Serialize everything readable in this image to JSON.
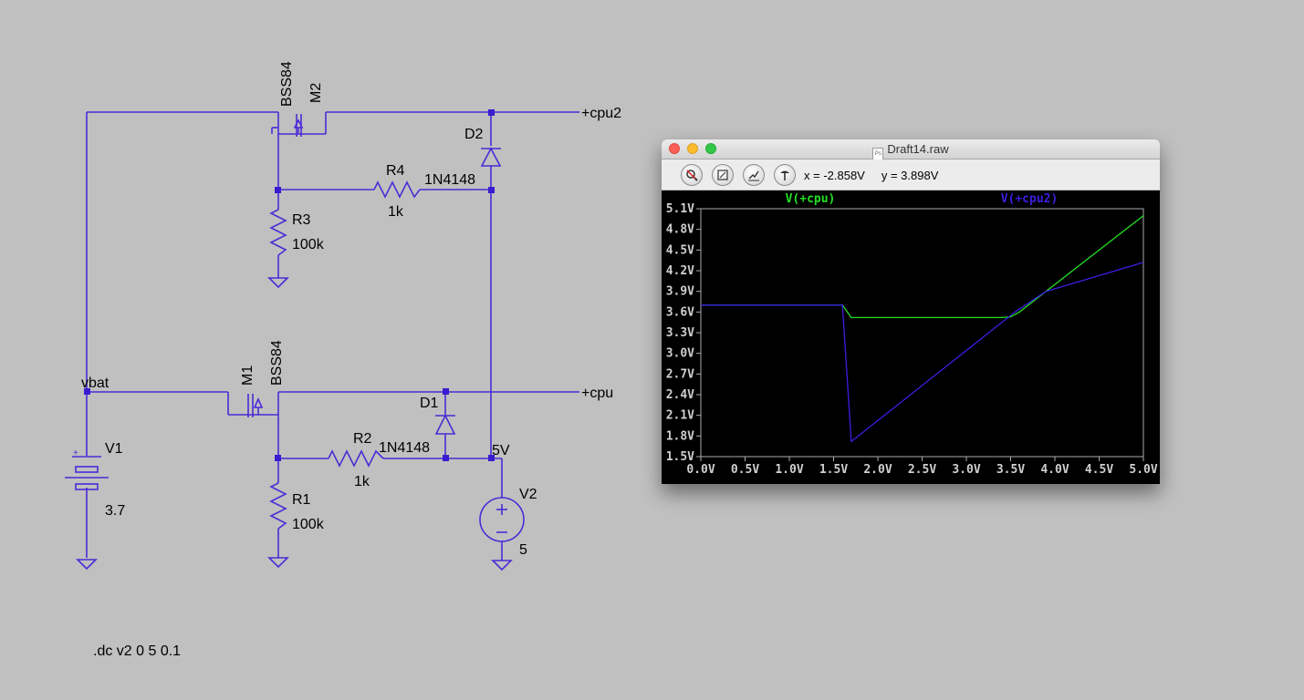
{
  "schematic": {
    "labels": {
      "m2_model": "BSS84",
      "m2_name": "M2",
      "m1_model": "BSS84",
      "m1_name": "M1",
      "d2_name": "D2",
      "d2_model": "1N4148",
      "d1_name": "D1",
      "d1_model": "1N4148",
      "r4_name": "R4",
      "r4_value": "1k",
      "r3_name": "R3",
      "r3_value": "100k",
      "r2_name": "R2",
      "r2_value": "1k",
      "r1_name": "R1",
      "r1_value": "100k",
      "v1_name": "V1",
      "v1_value": "3.7",
      "v2_name": "V2",
      "v2_value": "5",
      "net_cpu2": "+cpu2",
      "net_cpu": "+cpu",
      "net_vbat": "vbat",
      "net_5v": "5V",
      "directive": ".dc v2 0 5 0.1"
    },
    "wire_color": "#4b2bd6"
  },
  "plot_window": {
    "title": "Draft14.raw",
    "readout_x": "x = -2.858V",
    "readout_y": "y = 3.898V",
    "toolbar_icons": [
      "zoom-icon",
      "autorange-icon",
      "measure-icon",
      "probe-icon"
    ]
  },
  "chart_data": {
    "type": "line",
    "x": [
      0.0,
      1.6,
      1.7,
      1.72,
      3.5,
      3.6,
      3.9,
      5.0
    ],
    "series": [
      {
        "name": "V(+cpu)",
        "color": "#22e022",
        "x": [
          0.0,
          1.6,
          1.7,
          3.4,
          3.5,
          3.6,
          5.0
        ],
        "values": [
          3.7,
          3.7,
          3.52,
          3.52,
          3.53,
          3.6,
          5.0
        ]
      },
      {
        "name": "V(+cpu2)",
        "color": "#3b1fe0",
        "x": [
          0.0,
          1.6,
          1.7,
          3.55,
          3.9,
          5.0
        ],
        "values": [
          3.7,
          3.7,
          1.72,
          3.6,
          3.9,
          4.32
        ]
      }
    ],
    "xticks": [
      "0.0V",
      "0.5V",
      "1.0V",
      "1.5V",
      "2.0V",
      "2.5V",
      "3.0V",
      "3.5V",
      "4.0V",
      "4.5V",
      "5.0V"
    ],
    "yticks": [
      "5.1V",
      "4.8V",
      "4.5V",
      "4.2V",
      "3.9V",
      "3.6V",
      "3.3V",
      "3.0V",
      "2.7V",
      "2.4V",
      "2.1V",
      "1.8V",
      "1.5V"
    ],
    "xlim": [
      0,
      5
    ],
    "ylim": [
      1.5,
      5.1
    ],
    "grid": false,
    "legend": "top"
  }
}
